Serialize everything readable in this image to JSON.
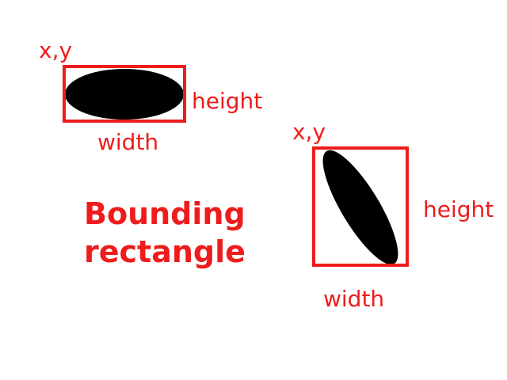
{
  "title": {
    "line1": "Bounding",
    "line2": "rectangle"
  },
  "example_horizontal": {
    "origin_label": "x,y",
    "height_label": "height",
    "width_label": "width"
  },
  "example_rotated": {
    "origin_label": "x,y",
    "height_label": "height",
    "width_label": "width"
  },
  "colors": {
    "annotation": "#ee1c1c",
    "shape": "#000000",
    "background": "#ffffff"
  }
}
